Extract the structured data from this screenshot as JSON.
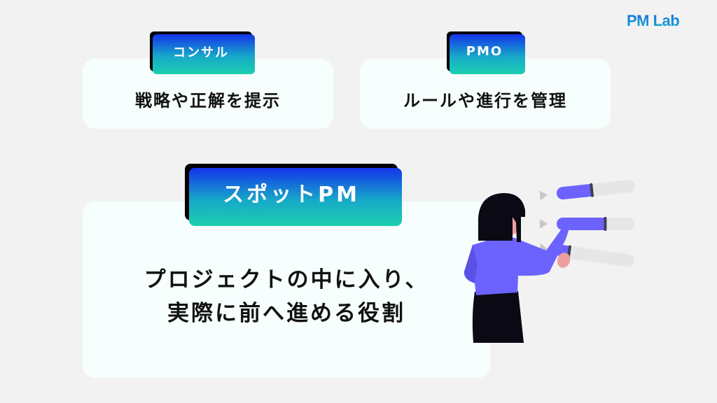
{
  "brand": {
    "logo_text": "PM Lab"
  },
  "cards": [
    {
      "tag": "コンサル",
      "text": "戦略や正解を提示"
    },
    {
      "tag": "PMO",
      "text": "ルールや進行を管理"
    }
  ],
  "main_card": {
    "tag": "スポットPM",
    "lines": [
      "プロジェクトの中に入り、",
      "実際に前へ進める役割"
    ]
  },
  "illustration": {
    "sliders": [
      {
        "level": 0.45
      },
      {
        "level": 0.62
      },
      {
        "level": 0.15
      }
    ],
    "colors": {
      "accent": "#6c63ff",
      "track": "#e6e6e6",
      "hair": "#0b0a14",
      "skin": "#eda0a0",
      "skirt": "#0b0a14"
    }
  }
}
